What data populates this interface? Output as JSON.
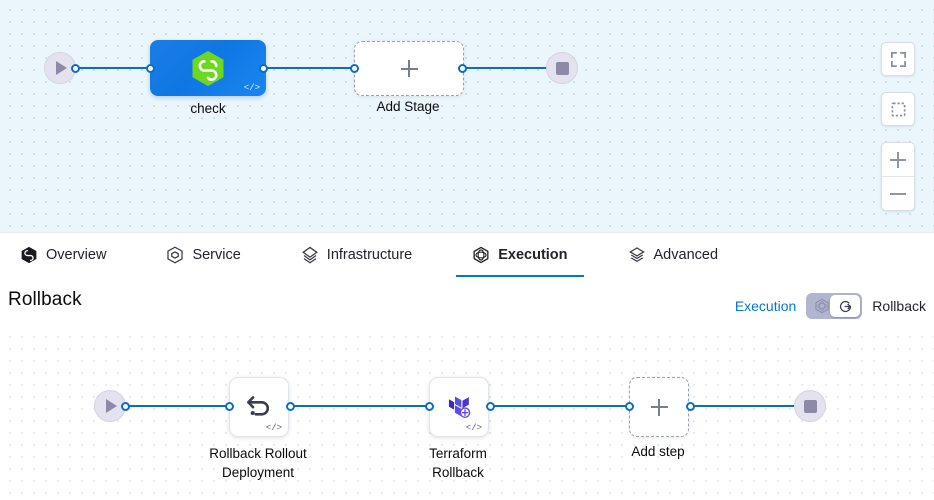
{
  "top_pipeline": {
    "start_node": {
      "name": "pipeline-start",
      "icon": "play-icon"
    },
    "end_node": {
      "name": "pipeline-end",
      "icon": "stop-icon"
    },
    "stages": [
      {
        "label": "check",
        "icon": "harness-hexagon-icon",
        "code_badge": "</>"
      }
    ],
    "add_stage": {
      "label": "Add Stage",
      "icon": "plus-icon"
    }
  },
  "canvas_controls": [
    {
      "name": "fullscreen-button",
      "icon": "expand-icon"
    },
    {
      "name": "selection-button",
      "icon": "dashed-square-icon"
    },
    {
      "name": "zoom-in-button",
      "icon": "plus-icon"
    },
    {
      "name": "zoom-out-button",
      "icon": "minus-icon"
    }
  ],
  "tabs": [
    {
      "label": "Overview",
      "icon": "overview-hexagon-icon",
      "active": false
    },
    {
      "label": "Service",
      "icon": "service-hexagon-icon",
      "active": false
    },
    {
      "label": "Infrastructure",
      "icon": "infrastructure-layers-icon",
      "active": false
    },
    {
      "label": "Execution",
      "icon": "execution-icon",
      "active": true
    },
    {
      "label": "Advanced",
      "icon": "advanced-stack-icon",
      "active": false
    }
  ],
  "rollback_section": {
    "title": "Rollback",
    "toggle": {
      "left_label": "Execution",
      "right_label": "Rollback",
      "state": "rollback",
      "left_icon": "execution-icon",
      "knob_icon": "rollback-arrow-icon"
    }
  },
  "rollback_pipeline": {
    "start_node": {
      "name": "rollback-start",
      "icon": "play-icon"
    },
    "end_node": {
      "name": "rollback-end",
      "icon": "stop-icon"
    },
    "steps": [
      {
        "label": "Rollback Rollout\nDeployment",
        "icon": "undo-arrow-icon",
        "code_badge": "</>"
      },
      {
        "label": "Terraform\nRollback",
        "icon": "terraform-icon",
        "code_badge": "</>"
      }
    ],
    "add_step": {
      "label": "Add step",
      "icon": "plus-icon"
    }
  },
  "colors": {
    "accent_blue": "#0278d5",
    "edge_blue": "#0b6ec0",
    "stage_blue": "#0f76e3",
    "harness_green": "#6ed820",
    "terraform_purple": "#5c4ee5",
    "terminal_lavender": "#e4e2ee",
    "top_canvas_bg": "#eaf6fb"
  }
}
